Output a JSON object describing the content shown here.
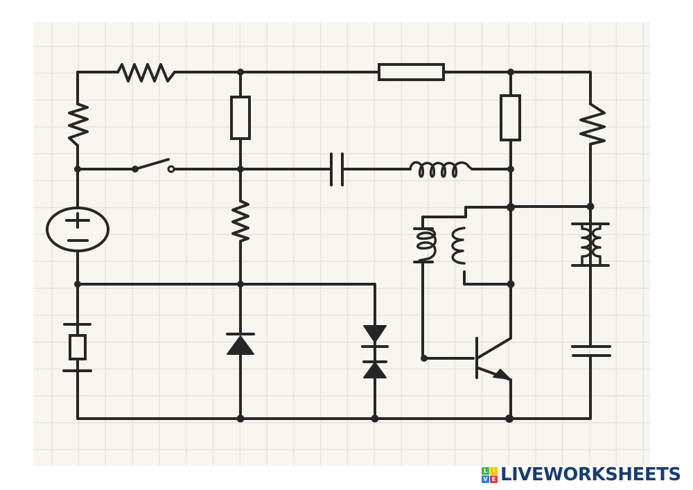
{
  "worksheet": {
    "background_color": "#f7f5f0",
    "grid_color": "#e6e2da",
    "wire_color": "#262626"
  },
  "circuit": {
    "title": "Electronic circuit schematic",
    "components": [
      {
        "id": "r-top-left",
        "type": "resistor-zigzag",
        "orientation": "horizontal"
      },
      {
        "id": "r-top-middle",
        "type": "resistor-box",
        "orientation": "horizontal"
      },
      {
        "id": "r-left",
        "type": "resistor-zigzag",
        "orientation": "vertical"
      },
      {
        "id": "r-mid-upper",
        "type": "resistor-box",
        "orientation": "vertical"
      },
      {
        "id": "r-right-upper",
        "type": "resistor-box",
        "orientation": "vertical"
      },
      {
        "id": "r-far-right",
        "type": "resistor-zigzag",
        "orientation": "vertical"
      },
      {
        "id": "switch",
        "type": "switch-open",
        "orientation": "horizontal"
      },
      {
        "id": "c-middle",
        "type": "capacitor",
        "orientation": "horizontal"
      },
      {
        "id": "l-middle",
        "type": "inductor",
        "orientation": "horizontal"
      },
      {
        "id": "v-source",
        "type": "voltage-source",
        "symbols": [
          "+",
          "−"
        ]
      },
      {
        "id": "r-mid-lower",
        "type": "resistor-zigzag",
        "orientation": "vertical"
      },
      {
        "id": "fuse-left",
        "type": "resistor-box-with-plates",
        "orientation": "vertical"
      },
      {
        "id": "d-middle",
        "type": "diode",
        "orientation": "vertical"
      },
      {
        "id": "d-pair",
        "type": "back-to-back-zener-diodes",
        "orientation": "vertical"
      },
      {
        "id": "transformer-left",
        "type": "transformer",
        "orientation": "vertical"
      },
      {
        "id": "transformer-right",
        "type": "transformer-core",
        "orientation": "vertical"
      },
      {
        "id": "q1",
        "type": "npn-transistor"
      },
      {
        "id": "c-right",
        "type": "capacitor",
        "orientation": "vertical"
      }
    ],
    "source_symbols": {
      "plus": "+",
      "minus": "−"
    }
  },
  "branding": {
    "tiles": [
      {
        "letter": "L",
        "color": "#4caf50"
      },
      {
        "letter": "I",
        "color": "#f5c400"
      },
      {
        "letter": "V",
        "color": "#2f7fd6"
      },
      {
        "letter": "E",
        "color": "#e53935"
      }
    ],
    "wordmark": "LIVEWORKSHEETS",
    "wordmark_color": "#1b3d6e"
  }
}
